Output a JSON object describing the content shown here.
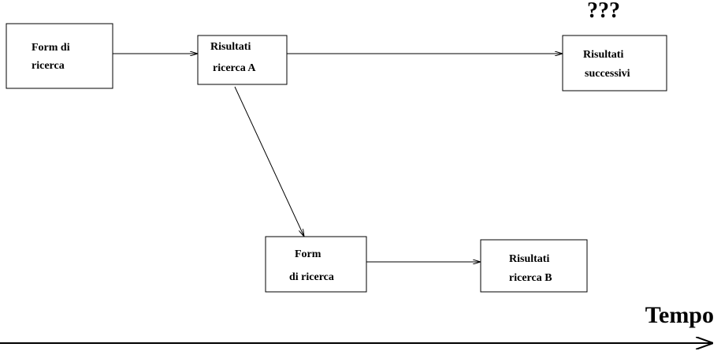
{
  "nodes": {
    "form_1": {
      "line1": "Form di",
      "line2": "ricerca"
    },
    "results_a": {
      "line1": "Risultati",
      "line2": "ricerca A"
    },
    "results_next": {
      "line1": "Risultati",
      "line2": "successivi"
    },
    "form_2": {
      "line1": "Form",
      "line2": "di ricerca"
    },
    "results_b": {
      "line1": "Risultati",
      "line2": "ricerca B"
    }
  },
  "unknown_marker": "???",
  "time_axis": {
    "label": "Tempo"
  }
}
